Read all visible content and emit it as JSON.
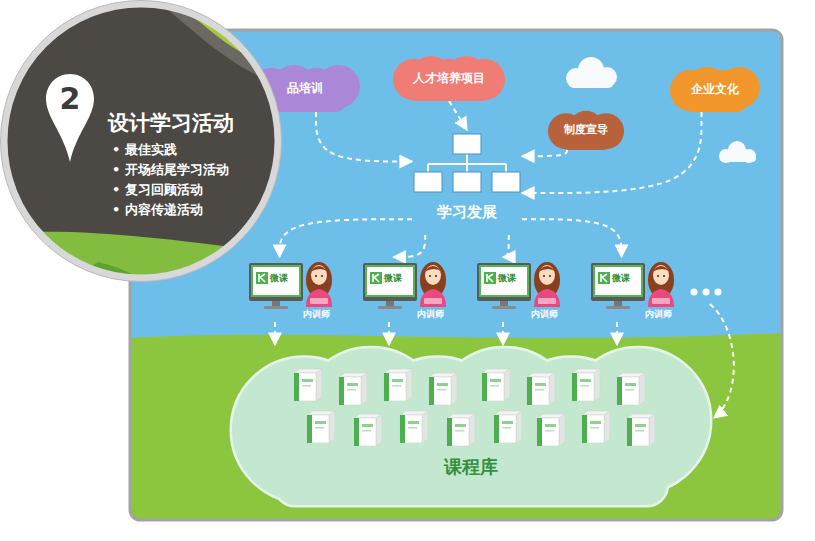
{
  "diagram": {
    "nodes": [
      {
        "text": [
          "设计学习活动",
          "• 最佳实践",
          "• 开场结尾学习活动",
          "• 复习回顾活动",
          "• 内容传递活动"
        ]
      },
      {
        "text": [
          "2"
        ],
        "in": 0
      },
      {
        "text": [
          "品培训"
        ]
      },
      {
        "text": [
          "人才培养项目"
        ]
      },
      {
        "text": [
          "制度宣导"
        ]
      },
      {
        "text": [
          "企业文化"
        ]
      },
      {
        "text": [
          "学习发展"
        ]
      },
      {
        "text": [
          "微课",
          "内训师"
        ]
      },
      {
        "text": [
          "微课",
          "内训师"
        ]
      },
      {
        "text": [
          "微课",
          "内训师"
        ]
      },
      {
        "text": [
          "微课",
          "内训师"
        ]
      },
      {
        "text": [
          "课程库"
        ]
      }
    ],
    "edges": [
      {
        "from": 2,
        "to": 6,
        "arrow": "to"
      },
      {
        "from": 3,
        "to": 6,
        "arrow": "to"
      },
      {
        "from": 4,
        "to": 6,
        "arrow": "to"
      },
      {
        "from": 5,
        "to": 6,
        "arrow": "to"
      },
      {
        "from": 6,
        "to": 7,
        "arrow": "to"
      },
      {
        "from": 6,
        "to": 8,
        "arrow": "to"
      },
      {
        "from": 6,
        "to": 9,
        "arrow": "to"
      },
      {
        "from": 6,
        "to": 10,
        "arrow": "to"
      },
      {
        "from": 7,
        "to": 11,
        "arrow": "to"
      },
      {
        "from": 8,
        "to": 11,
        "arrow": "to"
      },
      {
        "from": 9,
        "to": 11,
        "arrow": "to"
      },
      {
        "from": 10,
        "to": 11,
        "arrow": "to"
      }
    ]
  }
}
